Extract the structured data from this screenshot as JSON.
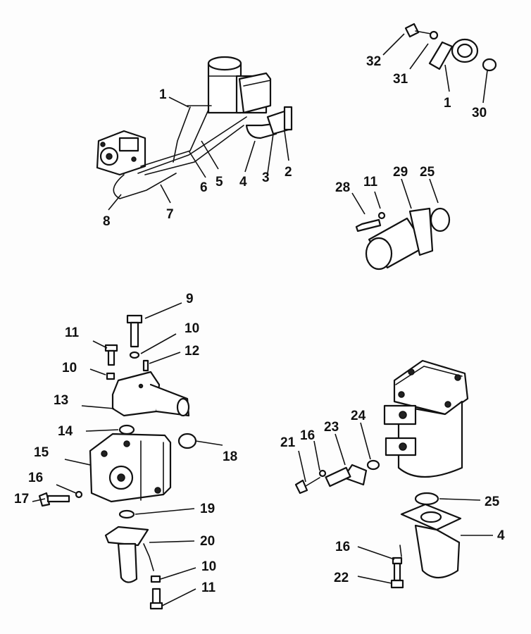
{
  "callouts": [
    {
      "id": "u32",
      "text": "32"
    },
    {
      "id": "u31",
      "text": "31"
    },
    {
      "id": "u1b",
      "text": "1"
    },
    {
      "id": "u30",
      "text": "30"
    },
    {
      "id": "u1a",
      "text": "1"
    },
    {
      "id": "u5",
      "text": "5"
    },
    {
      "id": "u6",
      "text": "6"
    },
    {
      "id": "u4",
      "text": "4"
    },
    {
      "id": "u3",
      "text": "3"
    },
    {
      "id": "u2",
      "text": "2"
    },
    {
      "id": "u8",
      "text": "8"
    },
    {
      "id": "u7",
      "text": "7"
    },
    {
      "id": "m28",
      "text": "28"
    },
    {
      "id": "m11",
      "text": "11"
    },
    {
      "id": "m29",
      "text": "29"
    },
    {
      "id": "m25",
      "text": "25"
    },
    {
      "id": "l9",
      "text": "9"
    },
    {
      "id": "l11a",
      "text": "11"
    },
    {
      "id": "l10a",
      "text": "10"
    },
    {
      "id": "l12",
      "text": "12"
    },
    {
      "id": "l10b",
      "text": "10"
    },
    {
      "id": "l13",
      "text": "13"
    },
    {
      "id": "l14",
      "text": "14"
    },
    {
      "id": "l18",
      "text": "18"
    },
    {
      "id": "l15",
      "text": "15"
    },
    {
      "id": "l16",
      "text": "16"
    },
    {
      "id": "l17",
      "text": "17"
    },
    {
      "id": "l19",
      "text": "19"
    },
    {
      "id": "l20",
      "text": "20"
    },
    {
      "id": "l10c",
      "text": "10"
    },
    {
      "id": "l11b",
      "text": "11"
    },
    {
      "id": "r21",
      "text": "21"
    },
    {
      "id": "r16a",
      "text": "16"
    },
    {
      "id": "r23",
      "text": "23"
    },
    {
      "id": "r24",
      "text": "24"
    },
    {
      "id": "r25",
      "text": "25"
    },
    {
      "id": "r4",
      "text": "4"
    },
    {
      "id": "r16b",
      "text": "16"
    },
    {
      "id": "r22",
      "text": "22"
    }
  ]
}
